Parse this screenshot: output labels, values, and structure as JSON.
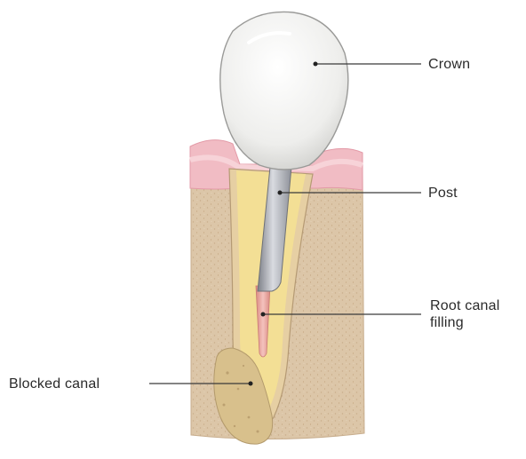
{
  "labels": {
    "crown": "Crown",
    "post": "Post",
    "root_canal_line1": "Root canal",
    "root_canal_line2": "filling",
    "blocked_canal": "Blocked canal"
  },
  "colors": {
    "bone": "#d9c2a3",
    "gum": "#efb3bd",
    "root": "#f1dc93",
    "crown": "#f2f2f0",
    "post": "#a9acb3",
    "filling": "#e6a09a",
    "leader": "#3a3a3a"
  }
}
